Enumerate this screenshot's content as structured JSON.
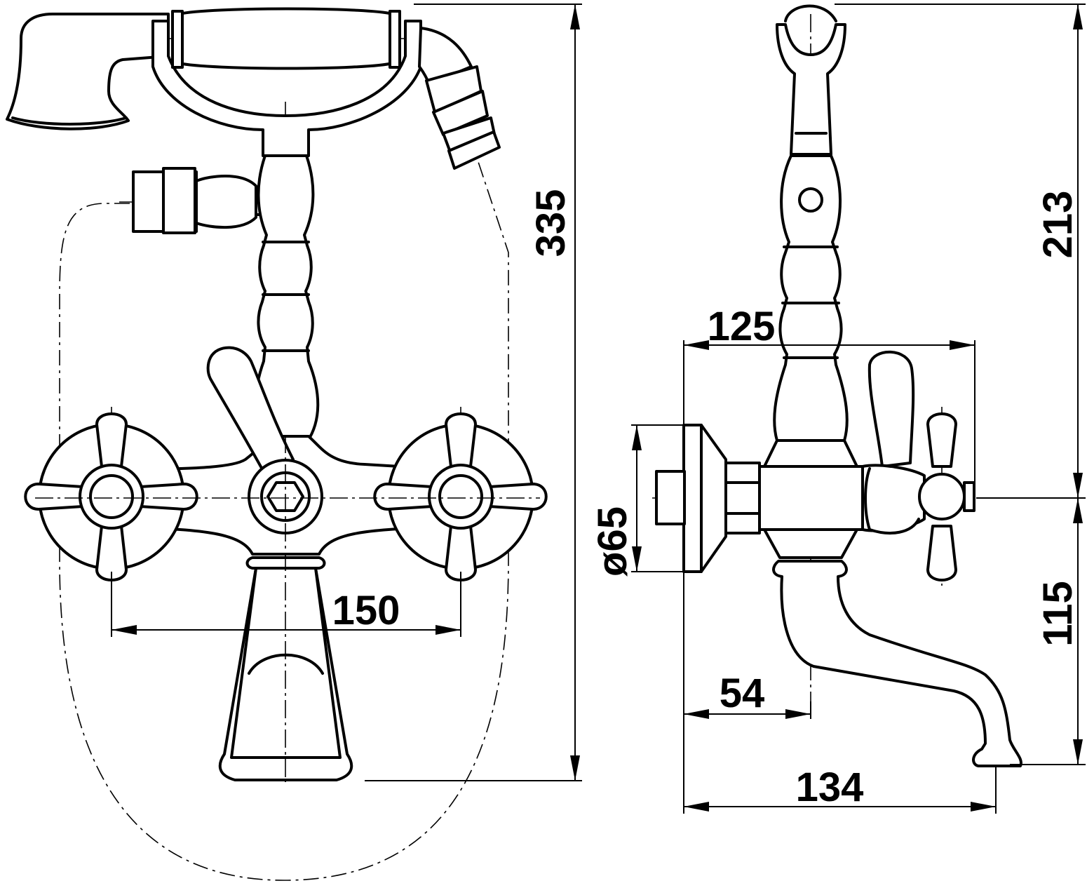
{
  "dimensions": {
    "overall_height": "335",
    "handle_spacing": "150",
    "depth": "125",
    "upper_height": "213",
    "lower_height": "115",
    "escutcheon_diameter": "ø65",
    "spout_offset": "54",
    "spout_projection": "134"
  }
}
